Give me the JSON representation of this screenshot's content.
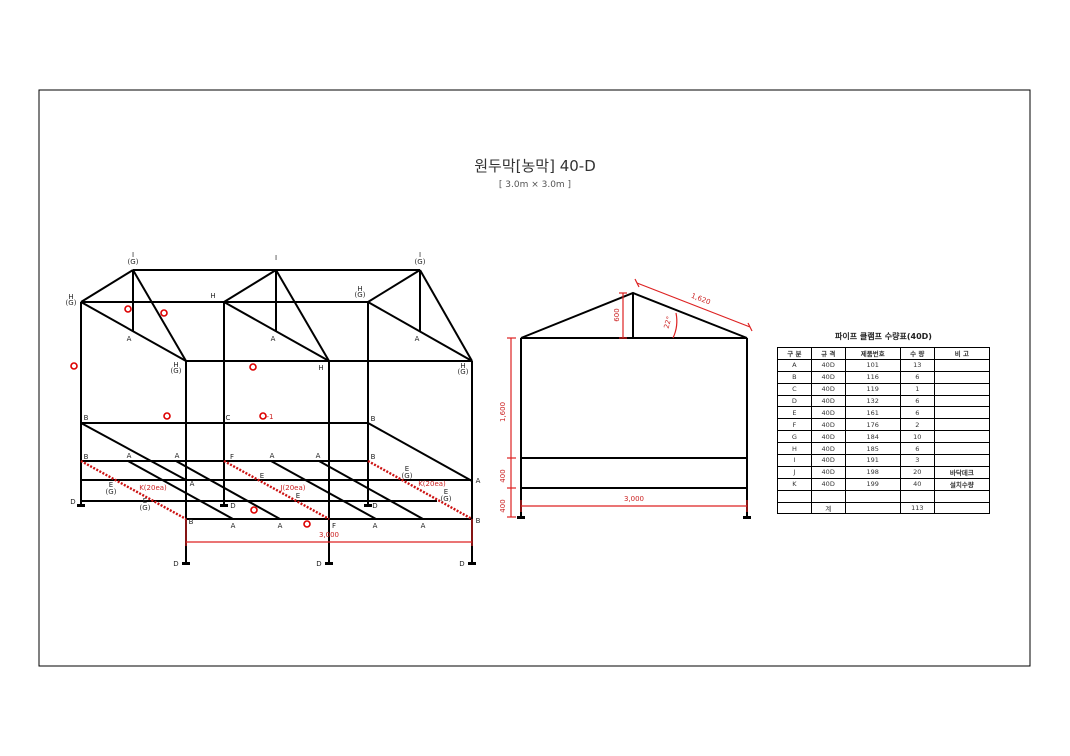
{
  "title": "원두막[농막] 40-D",
  "subtitle": "[ 3.0m × 3.0m ]",
  "table": {
    "title": "파이프 클램프 수량표(40D)",
    "headers": [
      "구 분",
      "규 격",
      "제품번호",
      "수 량",
      "비 고"
    ],
    "rows": [
      [
        "A",
        "40D",
        "101",
        "13",
        ""
      ],
      [
        "B",
        "40D",
        "116",
        "6",
        ""
      ],
      [
        "C",
        "40D",
        "119",
        "1",
        ""
      ],
      [
        "D",
        "40D",
        "132",
        "6",
        ""
      ],
      [
        "E",
        "40D",
        "161",
        "6",
        ""
      ],
      [
        "F",
        "40D",
        "176",
        "2",
        ""
      ],
      [
        "G",
        "40D",
        "184",
        "10",
        ""
      ],
      [
        "H",
        "40D",
        "185",
        "6",
        ""
      ],
      [
        "I",
        "40D",
        "191",
        "3",
        ""
      ],
      [
        "J",
        "40D",
        "198",
        "20",
        "바닥데크"
      ],
      [
        "K",
        "40D",
        "199",
        "40",
        "설치수량"
      ],
      [
        "",
        "",
        "",
        "",
        ""
      ],
      [
        "",
        "계",
        "",
        "113",
        ""
      ]
    ]
  },
  "iso_labels": [
    "I",
    "(G)",
    "I",
    "I",
    "(G)",
    "H",
    "(G)",
    "H",
    "H",
    "(G)",
    "A",
    "A",
    "A",
    "H",
    "(G)",
    "H",
    "H",
    "(G)",
    "B",
    "C",
    "B",
    "B",
    "A",
    "A",
    "F",
    "A",
    "A",
    "B",
    "A",
    "A",
    "E",
    "(G)",
    "K(20ea)",
    "E",
    "(G)",
    "E",
    "J(20ea)",
    "E",
    "E",
    "(G)",
    "K(20ea)",
    "E",
    "(G)",
    "D",
    "D",
    "D",
    "B",
    "A",
    "A",
    "F",
    "A",
    "A",
    "B",
    "3,000",
    "D",
    "D",
    "D",
    "-1"
  ],
  "side_labels": {
    "height_upper": "1,600",
    "height_mid": "400",
    "height_low": "400",
    "ridge_height": "600",
    "rafter": "1,620",
    "angle": "22°",
    "width": "3,000"
  },
  "colors": {
    "line": "#000000",
    "dimension": "#d22222"
  }
}
